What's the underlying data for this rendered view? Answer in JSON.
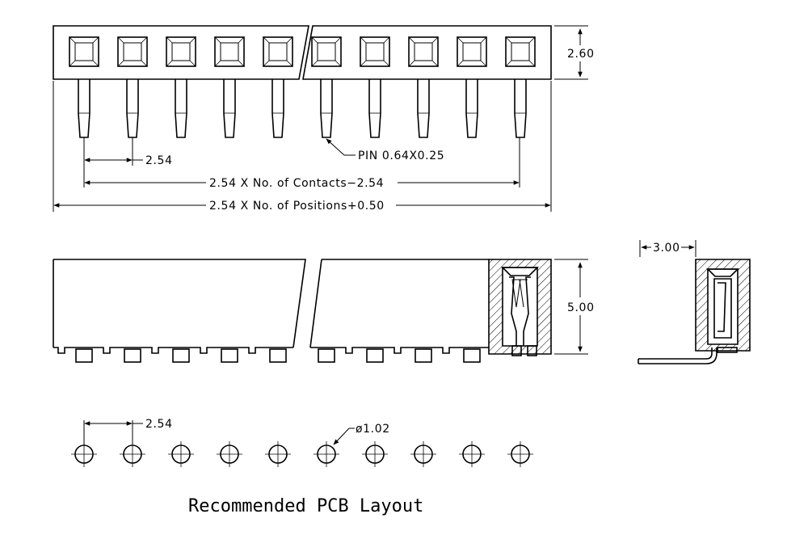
{
  "top_view": {
    "height_dim": "2.60",
    "pitch_dim": "2.54",
    "pin_callout": "PIN 0.64X0.25",
    "contacts_dim": "2.54 X No. of Contacts−2.54",
    "positions_dim": "2.54 X No. of Positions+0.50"
  },
  "front_view": {
    "height_dim": "5.00"
  },
  "side_view": {
    "width_dim": "3.00"
  },
  "pcb_layout": {
    "pitch_dim": "2.54",
    "hole_dim": "ø1.02",
    "caption": "Recommended PCB Layout"
  }
}
